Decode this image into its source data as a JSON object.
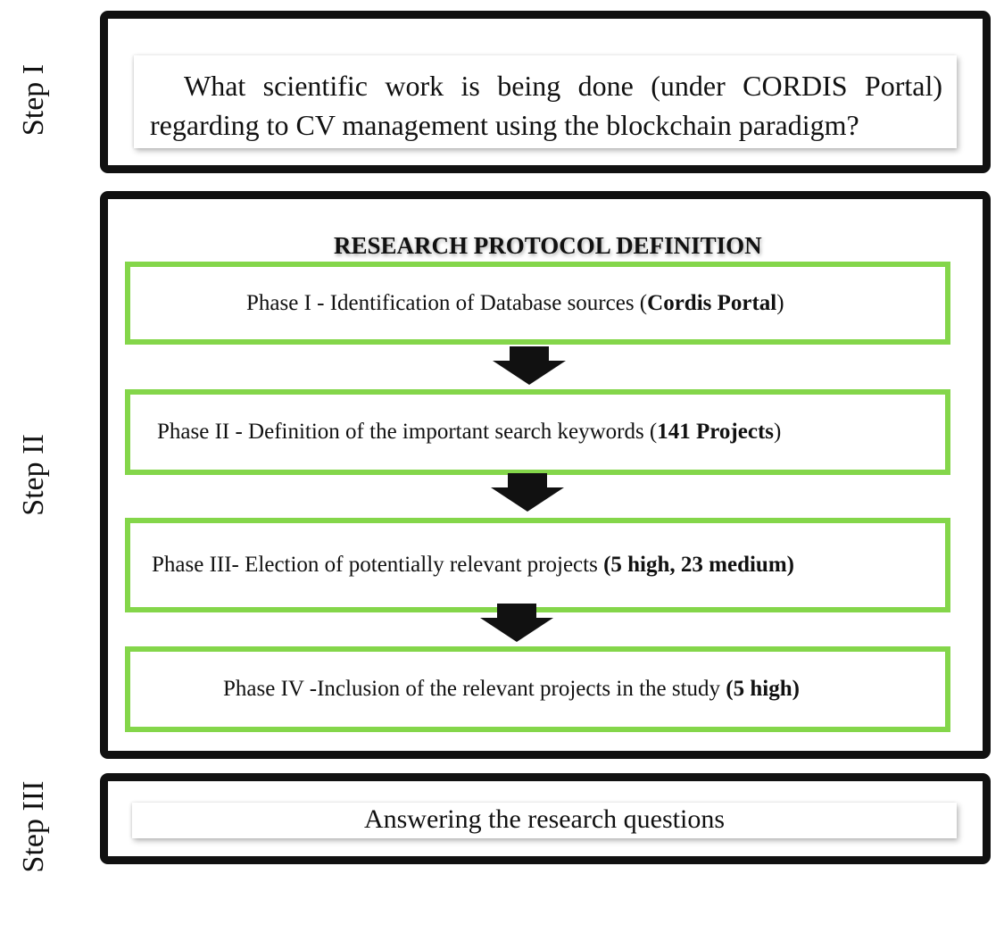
{
  "steps": {
    "step1": {
      "label": "Step I",
      "question": "What scientific work is being done (under CORDIS Portal) regarding to CV management using the blockchain paradigm?"
    },
    "step2": {
      "label": "Step II",
      "title": "RESEARCH PROTOCOL DEFINITION",
      "phases": [
        {
          "text": "Phase I - Identification of Database sources (",
          "bold": "Cordis Portal",
          "tail": ")"
        },
        {
          "text": "Phase II - Definition of the important search keywords (",
          "bold": "141 Projects",
          "tail": ")"
        },
        {
          "text": "Phase III- Election of potentially relevant projects ",
          "bold": "(5 high, 23 medium)",
          "tail": ""
        },
        {
          "text": "Phase IV -Inclusion of the relevant projects in the study ",
          "bold": "(5 high)",
          "tail": ""
        }
      ]
    },
    "step3": {
      "label": "Step III",
      "answer": "Answering the research questions"
    }
  },
  "colors": {
    "frame": "#111111",
    "phase_border": "#84d64a",
    "arrow": "#111111"
  }
}
